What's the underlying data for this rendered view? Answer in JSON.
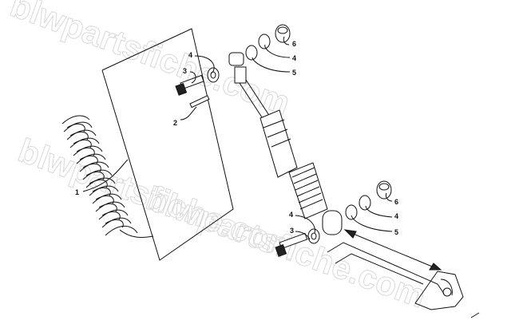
{
  "watermark": "blwpartsfiche.com",
  "callouts": {
    "c1": "1",
    "c2": "2",
    "c3_top": "3",
    "c3_bottom": "3",
    "c4_top_left": "4",
    "c4_top_right": "4",
    "c4_bottom_left": "4",
    "c4_bottom_right": "4",
    "c5_top": "5",
    "c5_bottom": "5",
    "c6_top": "6",
    "c6_bottom": "6"
  }
}
